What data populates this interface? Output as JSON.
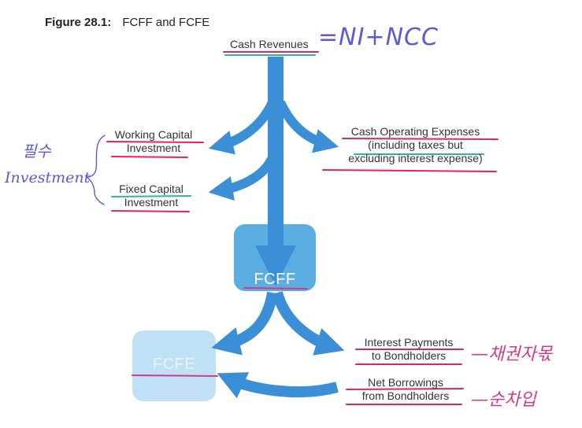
{
  "figure": {
    "number": "Figure 28.1:",
    "title": "FCFF and FCFE"
  },
  "nodes": {
    "cash_revenues": "Cash Revenues",
    "working_capital": [
      "Working Capital",
      "Investment"
    ],
    "fixed_capital": [
      "Fixed Capital",
      "Investment"
    ],
    "cash_operating": [
      "Cash Operating Expenses",
      "(including taxes but",
      "excluding interest expense)"
    ],
    "fcff": "FCFF",
    "fcfe": "FCFE",
    "interest_payments": [
      "Interest Payments",
      "to Bondholders"
    ],
    "net_borrowings": [
      "Net Borrowings",
      "from Bondholders"
    ]
  },
  "annotations": {
    "ni_ncc": "=NI+NCC",
    "investment_korean": "필수",
    "investment_en": "Investment",
    "interest_korean": "—채권자몫",
    "borrowings_korean": "—순차입"
  },
  "colors": {
    "arrow": "#3a8fd6",
    "fcff_box": "#5aaee2",
    "fcfe_box": "#bfe0f5",
    "pen_blue": "#5a5ad8",
    "pen_magenta": "#d03a8a",
    "underline_red": "#e0245e",
    "underline_teal": "#2bb5a5"
  }
}
